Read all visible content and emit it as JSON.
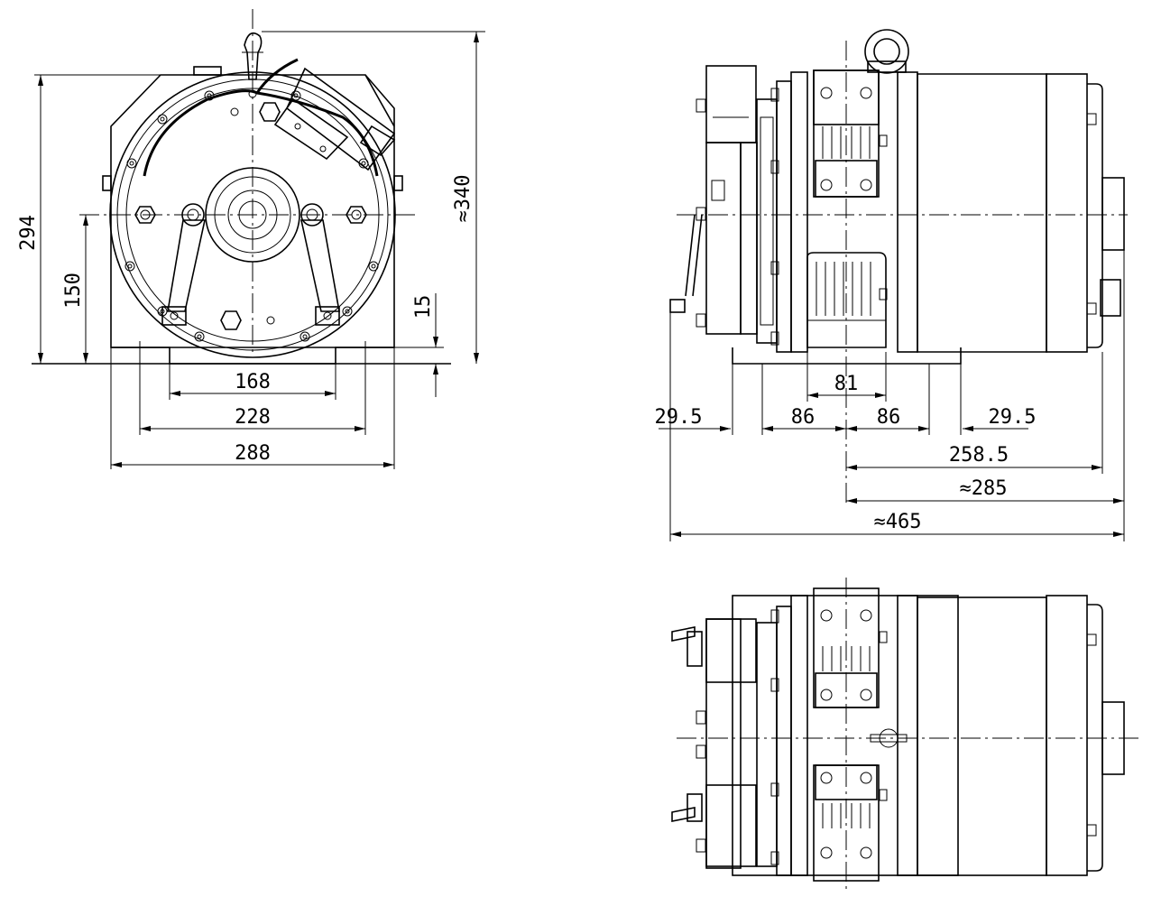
{
  "front_view": {
    "dims": {
      "w168": "168",
      "w228": "228",
      "w288": "288",
      "h294": "294",
      "h150": "150",
      "h340": "≈340",
      "h15": "15"
    }
  },
  "side_view": {
    "dims": {
      "d81": "81",
      "d29_5_left": "29.5",
      "d86_left": "86",
      "d86_right": "86",
      "d29_5_right": "29.5",
      "d258_5": "258.5",
      "d285": "≈285",
      "d465": "≈465"
    }
  }
}
